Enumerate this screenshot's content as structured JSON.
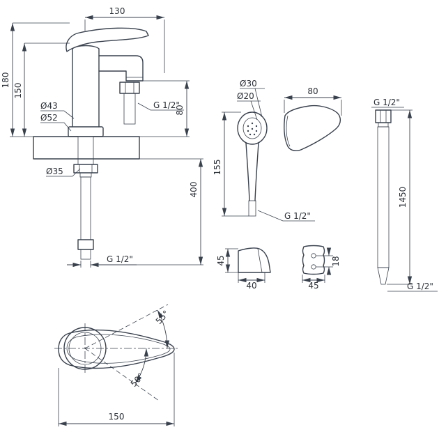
{
  "faucet_front": {
    "dim_length": "130",
    "dim_height_total": "180",
    "dim_height_body": "150",
    "dia_body": "Ø43",
    "dia_base": "Ø52",
    "thread_spout": "G 1/2\"",
    "dim_spout_height": "80",
    "dia_shank": "Ø35",
    "dim_hose_length": "400",
    "thread_bottom": "G 1/2\""
  },
  "hand_shower": {
    "dia_head_outer": "Ø30",
    "dia_head_inner": "Ø20",
    "dim_height": "155",
    "dim_head_length": "80",
    "thread": "G 1/2\""
  },
  "hose": {
    "thread_top": "G 1/2\"",
    "dim_length": "1450",
    "thread_bottom": "G 1/2\""
  },
  "holder": {
    "dim_height": "45",
    "dim_width": "40"
  },
  "wall_plate": {
    "dim_width": "45",
    "dim_hole_spacing": "18"
  },
  "faucet_top_view": {
    "angle_upper": "55°",
    "angle_lower": "50°",
    "dim_length": "150"
  }
}
